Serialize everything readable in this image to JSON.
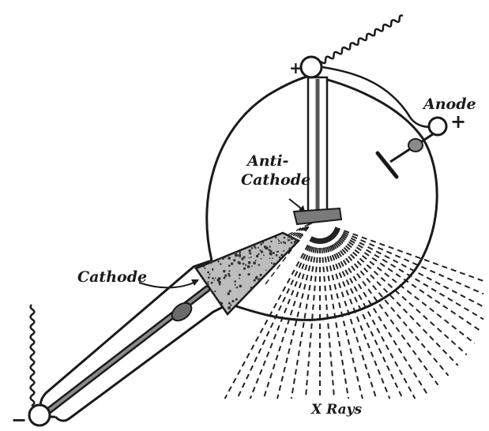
{
  "labels": {
    "anode": "Anode",
    "anti_line1": "Anti-",
    "anti_line2": "Cathode",
    "cathode": "Cathode",
    "xrays": "X Rays",
    "plus_top": "+",
    "plus_right": "+",
    "minus_bottom": "−"
  },
  "colors": {
    "ink": "#1a1a1a",
    "paper": "#ffffff"
  }
}
